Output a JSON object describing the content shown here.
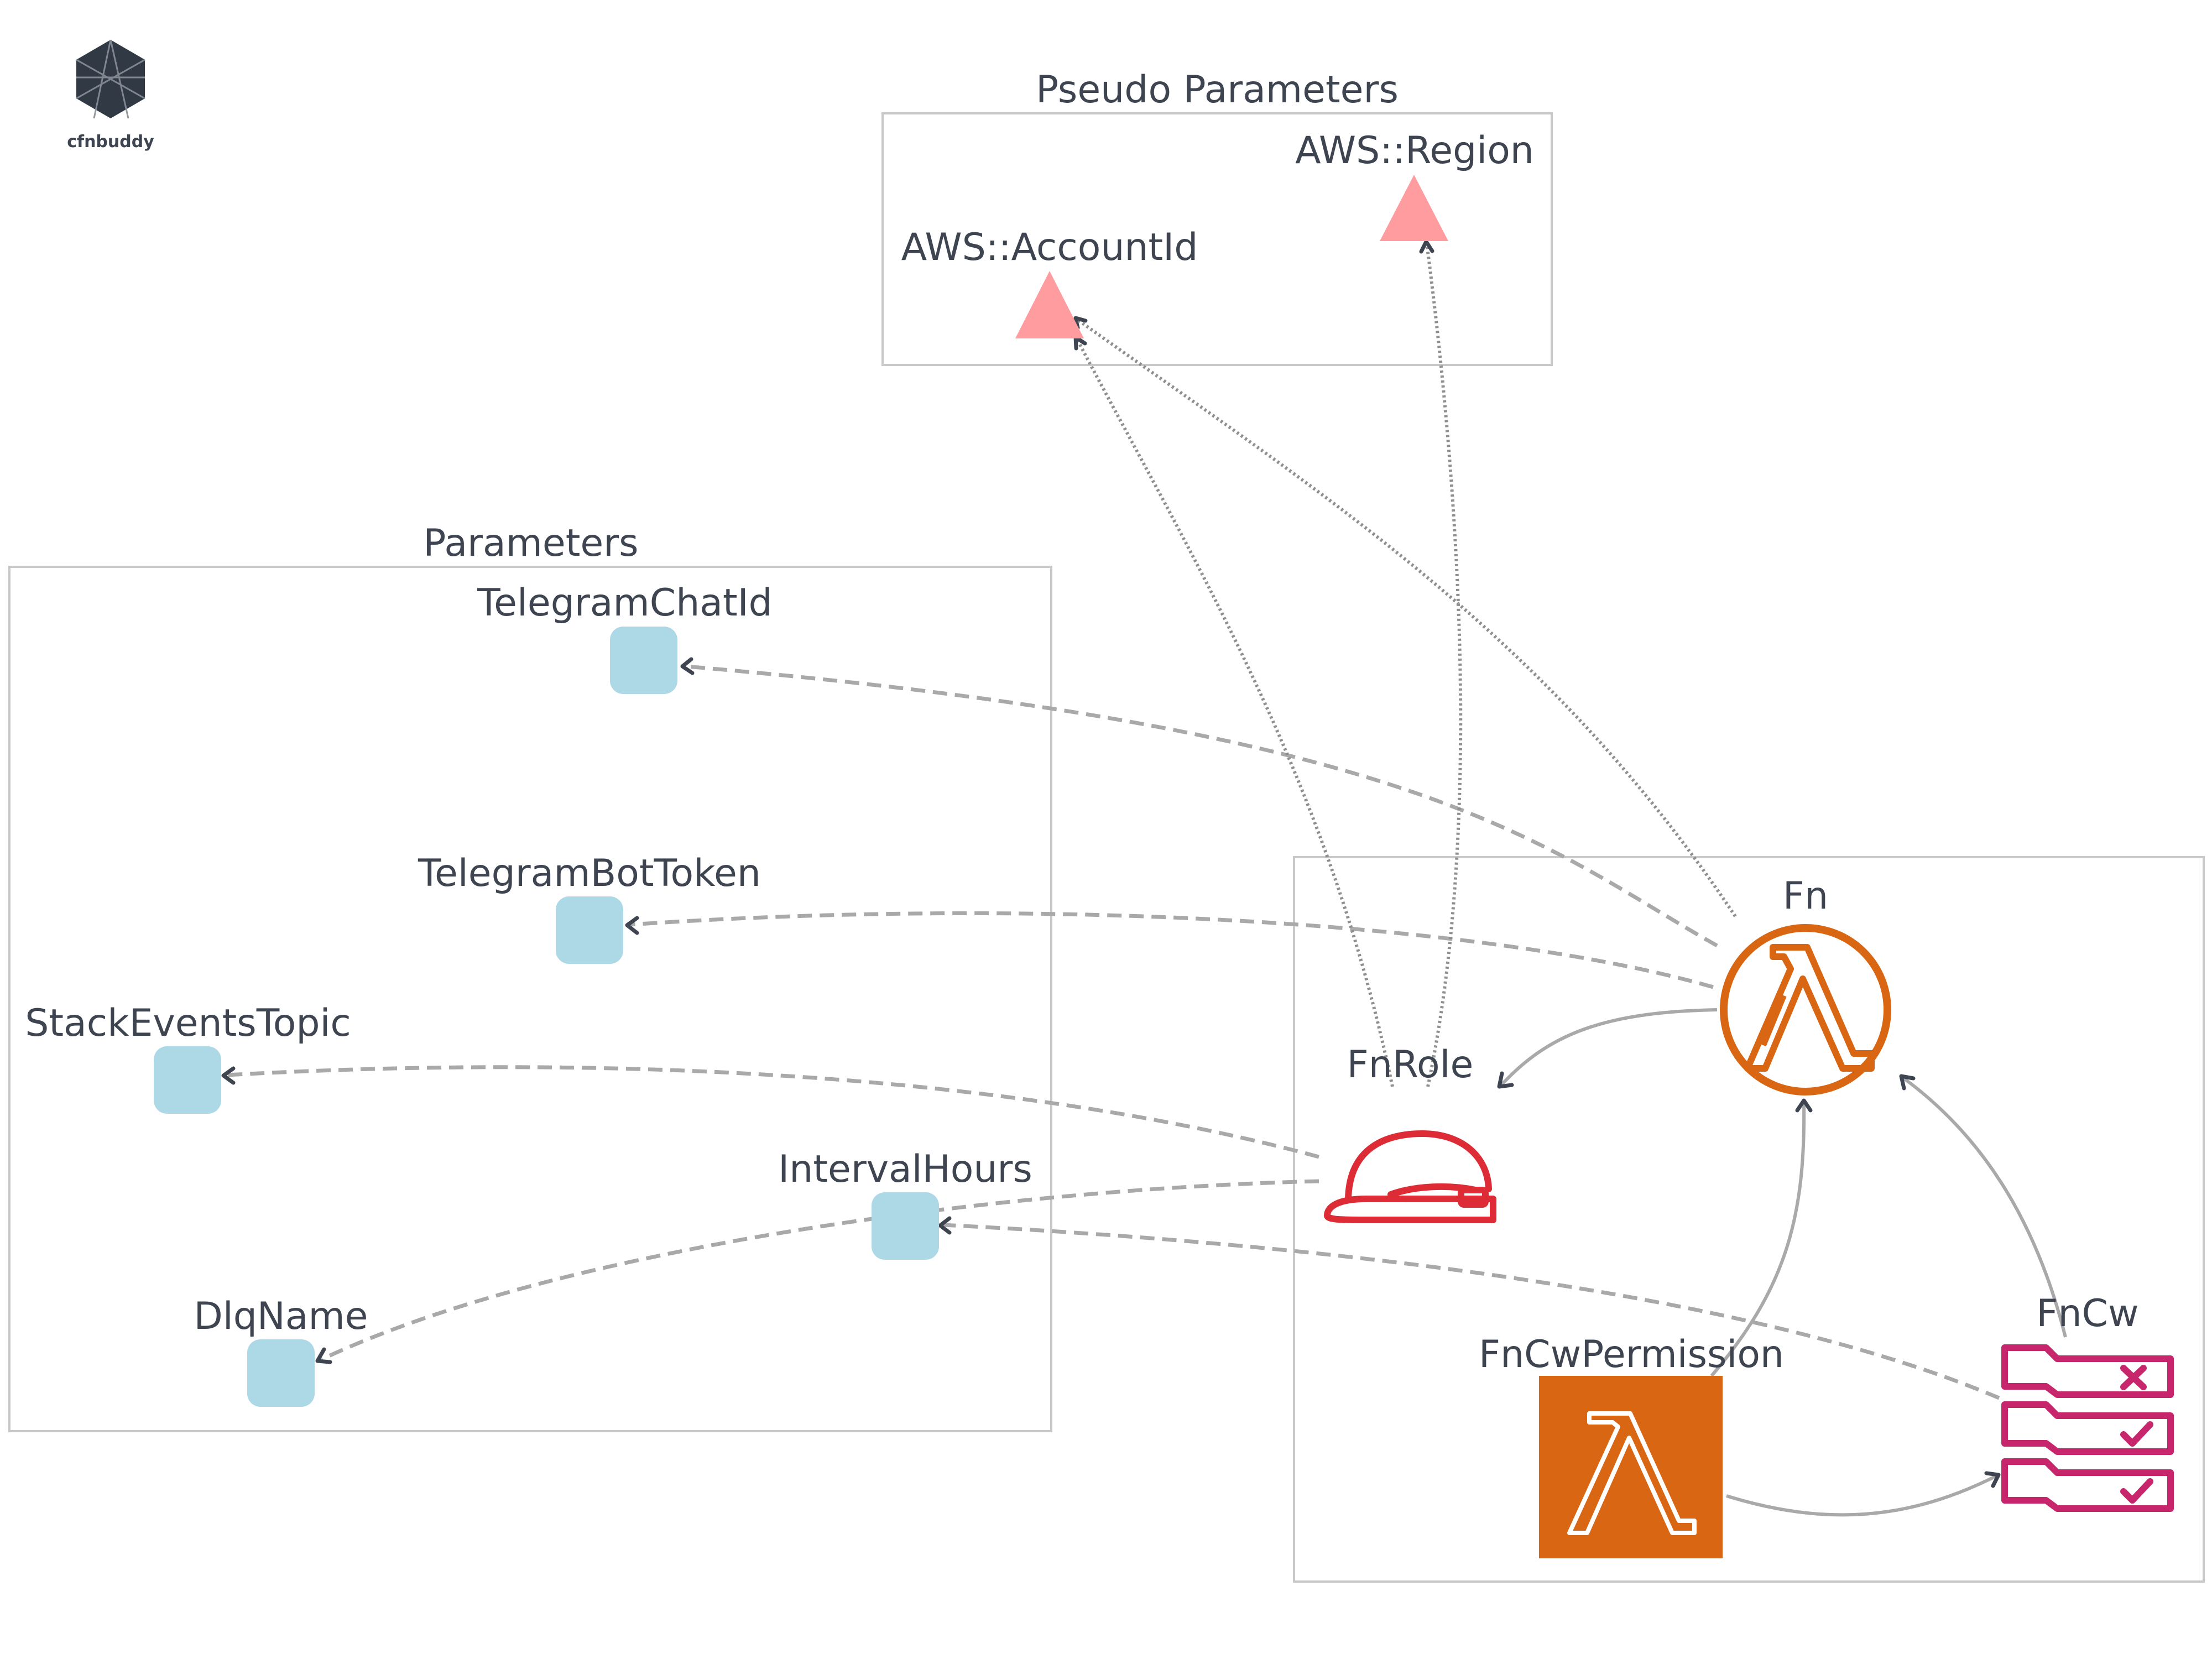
{
  "logo": {
    "text": "cfnbuddy",
    "icon": "hexagon-logo-icon"
  },
  "groups": {
    "pseudo": {
      "title": "Pseudo Parameters"
    },
    "params": {
      "title": "Parameters"
    },
    "resources": {
      "title": ""
    }
  },
  "pseudo_parameters": [
    {
      "id": "region",
      "label": "AWS::Region",
      "icon": "triangle-icon"
    },
    {
      "id": "account",
      "label": "AWS::AccountId",
      "icon": "triangle-icon"
    }
  ],
  "parameters": [
    {
      "id": "chat",
      "label": "TelegramChatId",
      "icon": "parameter-square-icon"
    },
    {
      "id": "bot",
      "label": "TelegramBotToken",
      "icon": "parameter-square-icon"
    },
    {
      "id": "topic",
      "label": "StackEventsTopic",
      "icon": "parameter-square-icon"
    },
    {
      "id": "interval",
      "label": "IntervalHours",
      "icon": "parameter-square-icon"
    },
    {
      "id": "dlq",
      "label": "DlqName",
      "icon": "parameter-square-icon"
    }
  ],
  "resources": [
    {
      "id": "fn",
      "label": "Fn",
      "icon": "lambda-function-icon"
    },
    {
      "id": "fnrole",
      "label": "FnRole",
      "icon": "iam-role-helmet-icon"
    },
    {
      "id": "fncwperm",
      "label": "FnCwPermission",
      "icon": "lambda-permission-icon"
    },
    {
      "id": "fncw",
      "label": "FnCw",
      "icon": "eventbridge-rule-icon"
    }
  ],
  "colors": {
    "text": "#3e4550",
    "group_border": "#c8c8c8",
    "parameter": "#add8e6",
    "pseudo_parameter": "#ff9c9f",
    "lambda": "#d86613",
    "iam": "#dd2c35",
    "events": "#c7266c",
    "edge": "#a9a9a9",
    "arrowhead": "#3e4550"
  },
  "edges": [
    {
      "from": "fn",
      "to": "chat",
      "style": "dashed"
    },
    {
      "from": "fn",
      "to": "bot",
      "style": "dashed"
    },
    {
      "from": "fnrole",
      "to": "topic",
      "style": "dashed"
    },
    {
      "from": "fnrole",
      "to": "dlq",
      "style": "dashed"
    },
    {
      "from": "fncw",
      "to": "interval",
      "style": "dashed"
    },
    {
      "from": "fn",
      "to": "account",
      "style": "dotted"
    },
    {
      "from": "fnrole",
      "to": "account",
      "style": "dotted"
    },
    {
      "from": "fnrole",
      "to": "region",
      "style": "dotted"
    },
    {
      "from": "fn",
      "to": "fnrole",
      "style": "solid"
    },
    {
      "from": "fncwperm",
      "to": "fn",
      "style": "solid"
    },
    {
      "from": "fncw",
      "to": "fn",
      "style": "solid"
    },
    {
      "from": "fncwperm",
      "to": "fncw",
      "style": "solid"
    }
  ]
}
